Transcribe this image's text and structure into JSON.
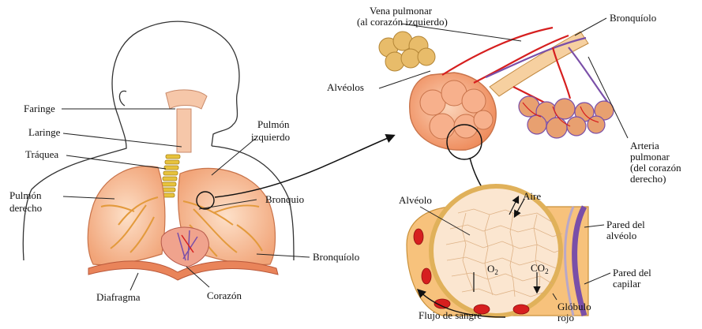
{
  "labels": {
    "faringe": "Faringe",
    "laringe": "Laringe",
    "traquea": "Tráquea",
    "pulmon_derecho_1": "Pulmón",
    "pulmon_derecho_2": "derecho",
    "pulmon_izquierdo_1": "Pulmón",
    "pulmon_izquierdo_2": "izquierdo",
    "bronquio": "Bronquio",
    "bronquiolo_body": "Bronquíolo",
    "diafragma": "Diafragma",
    "corazon": "Corazón",
    "vena_pulmonar_1": "Vena pulmonar",
    "vena_pulmonar_2": "(al corazón izquierdo)",
    "bronquiolo_top": "Bronquíolo",
    "alveolos": "Alvéolos",
    "arteria_1": "Arteria",
    "arteria_2": "pulmonar",
    "arteria_3": "(del corazón",
    "arteria_4": "derecho)",
    "alveolo": "Alvéolo",
    "aire": "Aire",
    "pared_alveolo_1": "Pared del",
    "pared_alveolo_2": "alvéolo",
    "pared_capilar_1": "Pared del",
    "pared_capilar_2": "capilar",
    "o2": "O",
    "o2_sub": "2",
    "co2": "CO",
    "co2_sub": "2",
    "globulo_1": "Glóbulo",
    "globulo_2": "rojo",
    "flujo": "Flujo de sangre"
  },
  "colors": {
    "lung": "#f7b98a",
    "lung_dark": "#e8935c",
    "bronchi": "#f2a44a",
    "artery": "#d61f1f",
    "vein": "#7a4fa8",
    "alveolus_cluster": "#e2b25c",
    "trachea": "#e7c33c",
    "capillary": "#cc2a2a"
  }
}
